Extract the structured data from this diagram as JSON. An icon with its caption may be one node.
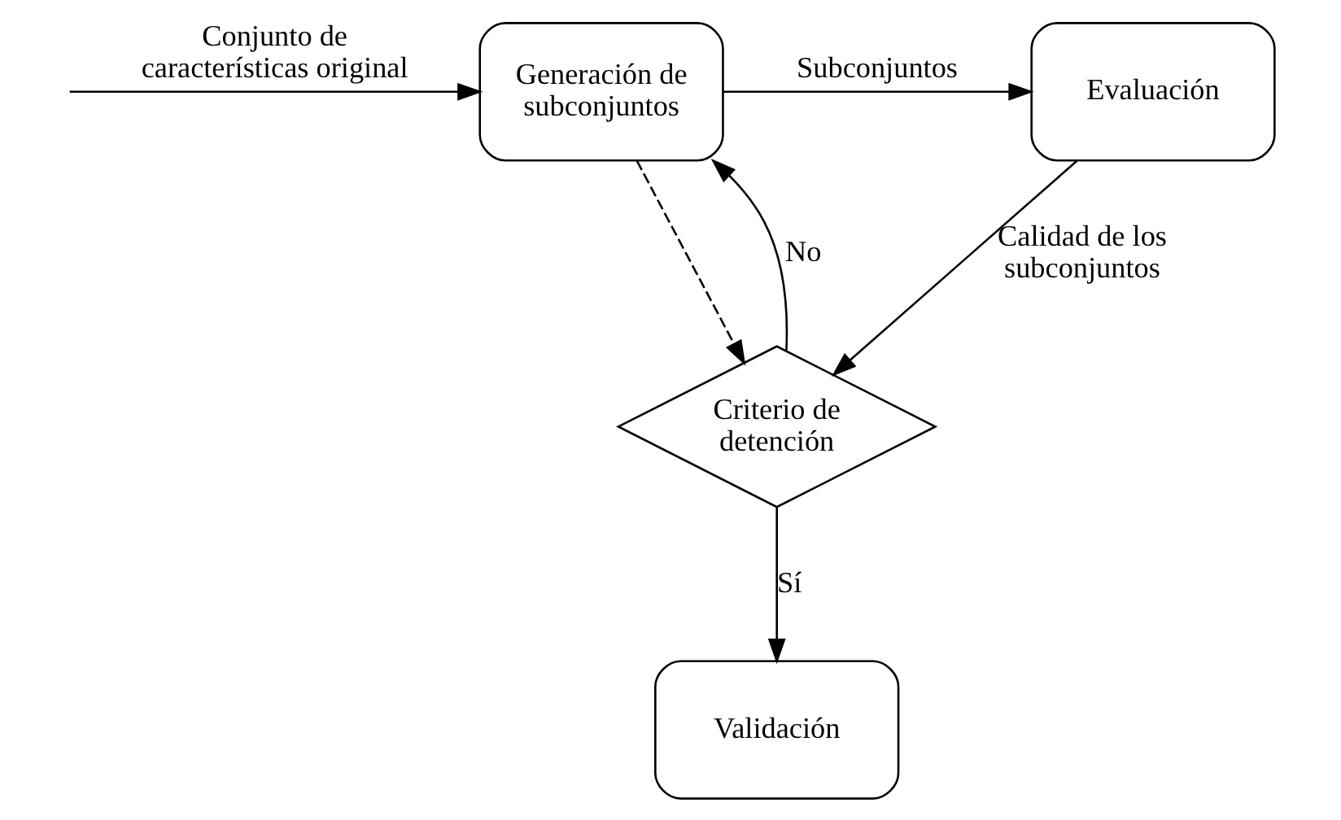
{
  "diagram": {
    "nodes": [
      {
        "text": [
          "Generación de subconjuntos"
        ]
      },
      {
        "text": [
          "Evaluación"
        ]
      },
      {
        "text": [
          "Criterio de detención"
        ]
      },
      {
        "text": [
          "Validación"
        ]
      }
    ],
    "edges": [
      {
        "from": null,
        "to": 0,
        "arrow": "to",
        "label": "Conjunto de características original"
      },
      {
        "from": 0,
        "to": 1,
        "arrow": "to",
        "label": "Subconjuntos"
      },
      {
        "from": 1,
        "to": 2,
        "arrow": "to",
        "label": "Calidad de los subconjuntos"
      },
      {
        "from": 2,
        "to": 0,
        "arrow": "to",
        "label": "No"
      },
      {
        "from": 0,
        "to": 2,
        "arrow": "to",
        "style": "dashed"
      },
      {
        "from": 2,
        "to": 3,
        "arrow": "to",
        "label": "Sí"
      }
    ]
  }
}
